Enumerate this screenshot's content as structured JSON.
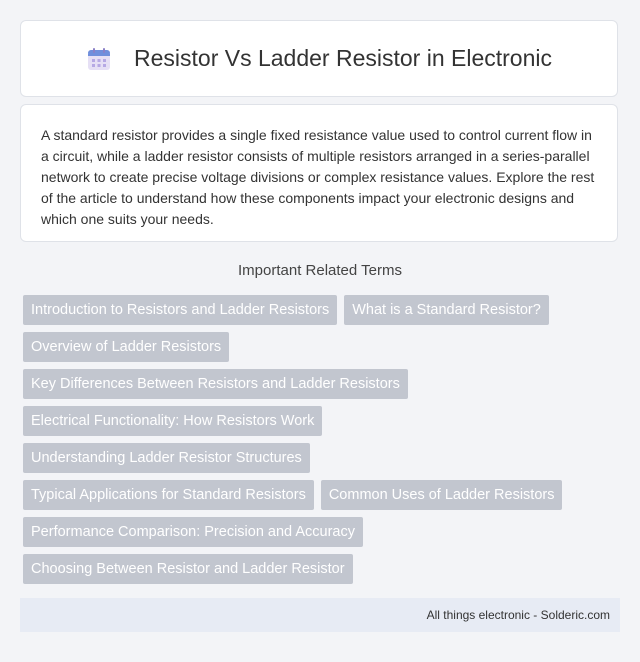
{
  "header": {
    "title": "Resistor Vs Ladder Resistor in Electronic",
    "icon": "calendar-icon"
  },
  "intro": {
    "text": "A standard resistor provides a single fixed resistance value used to control current flow in a circuit, while a ladder resistor consists of multiple resistors arranged in a series-parallel network to create precise voltage divisions or complex resistance values. Explore the rest of the article to understand how these components impact your electronic designs and which one suits your needs."
  },
  "related": {
    "heading": "Important Related Terms",
    "tags": [
      "Introduction to Resistors and Ladder Resistors",
      "What is a Standard Resistor?",
      "Overview of Ladder Resistors",
      "Key Differences Between Resistors and Ladder Resistors",
      "Electrical Functionality: How Resistors Work",
      "Understanding Ladder Resistor Structures",
      "Typical Applications for Standard Resistors",
      "Common Uses of Ladder Resistors",
      "Performance Comparison: Precision and Accuracy",
      "Choosing Between Resistor and Ladder Resistor"
    ]
  },
  "footer": {
    "text": "All things electronic - Solderic.com"
  },
  "colors": {
    "tag_bg": "#c2c6cf",
    "footer_bg": "#e7ebf4",
    "page_bg": "#f3f4f7"
  }
}
